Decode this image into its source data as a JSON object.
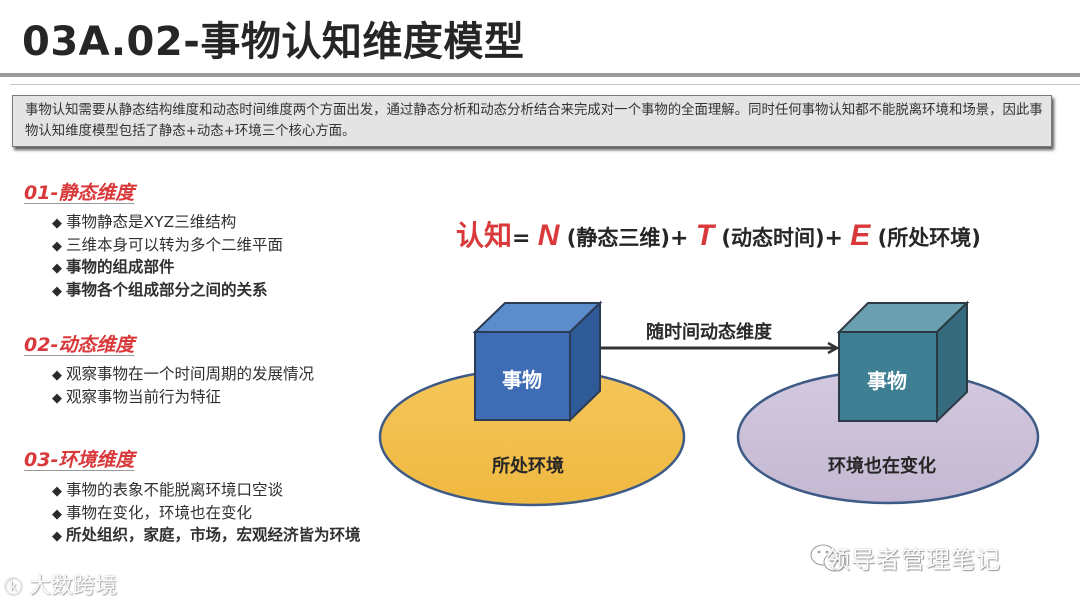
{
  "header": {
    "title": "03A.02-事物认知维度模型"
  },
  "intro": {
    "text": "事物认知需要从静态结构维度和动态时间维度两个方面出发，通过静态分析和动态分析结合来完成对一个事物的全面理解。同时任何事物认知都不能脱离环境和场景，因此事物认知维度模型包括了静态+动态+环境三个核心方面。"
  },
  "sections": [
    {
      "title": "01-静态维度",
      "bullets": [
        {
          "text": "事物静态是XYZ三维结构",
          "bold": false
        },
        {
          "text": "三维本身可以转为多个二维平面",
          "bold": false
        },
        {
          "text": "事物的组成部件",
          "bold": true
        },
        {
          "text": "事物各个组成部分之间的关系",
          "bold": true
        }
      ]
    },
    {
      "title": "02-动态维度",
      "bullets": [
        {
          "text": "观察事物在一个时间周期的发展情况",
          "bold": false
        },
        {
          "text": "观察事物当前行为特征",
          "bold": false
        }
      ]
    },
    {
      "title": "03-环境维度",
      "bullets": [
        {
          "text": "事物的表象不能脱离环境口空谈",
          "bold": false
        },
        {
          "text": "事物在变化，环境也在变化",
          "bold": false
        },
        {
          "text": "所处组织，家庭，市场，宏观经济皆为环境",
          "bold": true
        }
      ]
    }
  ],
  "formula": {
    "lhs": "认知",
    "eq": "=",
    "n": "N",
    "n_desc": "(静态三维)",
    "plus1": "+",
    "t": "T",
    "t_desc": "(动态时间)",
    "plus2": "+",
    "e": "E",
    "e_desc": "(所处环境)"
  },
  "diagram": {
    "arrow_label": "随时间动态维度",
    "left": {
      "cube_label": "事物",
      "env_label": "所处环境",
      "cube_color": "#3f6db5",
      "env_color": "#f2bf4e"
    },
    "right": {
      "cube_label": "事物",
      "env_label": "环境也在变化",
      "cube_color": "#3e7f93",
      "env_color": "#cbc0d8"
    }
  },
  "colors": {
    "accent_red": "#d9393a",
    "outline": "#3e5a86"
  },
  "watermarks": {
    "wechat": "领导者管理笔记",
    "logo": "大数跨境"
  }
}
